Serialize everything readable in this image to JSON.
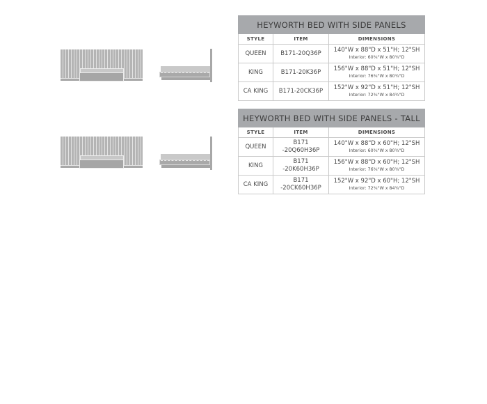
{
  "drawings": {
    "standard": {
      "front_view": "bed-front-elevation",
      "side_view": "bed-side-elevation"
    },
    "tall": {
      "front_view": "bed-front-elevation-tall",
      "side_view": "bed-side-elevation-tall"
    }
  },
  "tables": [
    {
      "title": "HEYWORTH BED WITH SIDE PANELS",
      "columns": [
        "STYLE",
        "ITEM",
        "DIMENSIONS"
      ],
      "rows": [
        {
          "style": "QUEEN",
          "item_line1": "B171-20Q36P",
          "item_line2": "",
          "dimensions": "140\"W x 88\"D x 51\"H; 12\"SH",
          "interior": "Interior: 60¾\"W x 80¾\"D"
        },
        {
          "style": "KING",
          "item_line1": "B171-20K36P",
          "item_line2": "",
          "dimensions": "156\"W x 88\"D x 51\"H; 12\"SH",
          "interior": "Interior: 76¾\"W x 80¾\"D"
        },
        {
          "style": "CA KING",
          "item_line1": "B171-20CK36P",
          "item_line2": "",
          "dimensions": "152\"W x 92\"D x 51\"H; 12\"SH",
          "interior": "Interior: 72¾\"W x 84¾\"D"
        }
      ]
    },
    {
      "title": "HEYWORTH BED WITH SIDE PANELS - TALL",
      "columns": [
        "STYLE",
        "ITEM",
        "DIMENSIONS"
      ],
      "rows": [
        {
          "style": "QUEEN",
          "item_line1": "B171",
          "item_line2": "-20Q60H36P",
          "dimensions": "140\"W x 88\"D x 60\"H; 12\"SH",
          "interior": "Interior: 60¾\"W x 80¾\"D"
        },
        {
          "style": "KING",
          "item_line1": "B171",
          "item_line2": "-20K60H36P",
          "dimensions": "156\"W x 88\"D x 60\"H; 12\"SH",
          "interior": "Interior: 76¾\"W x 80¾\"D"
        },
        {
          "style": "CA KING",
          "item_line1": "B171",
          "item_line2": "-20CK60H36P",
          "dimensions": "152\"W x 92\"D x 60\"H; 12\"SH",
          "interior": "Interior: 72¾\"W x 84¾\"D"
        }
      ]
    }
  ],
  "colors": {
    "header_bg": "#a7a9ac",
    "border": "#c9c9c9",
    "text": "#4a4a4a"
  }
}
